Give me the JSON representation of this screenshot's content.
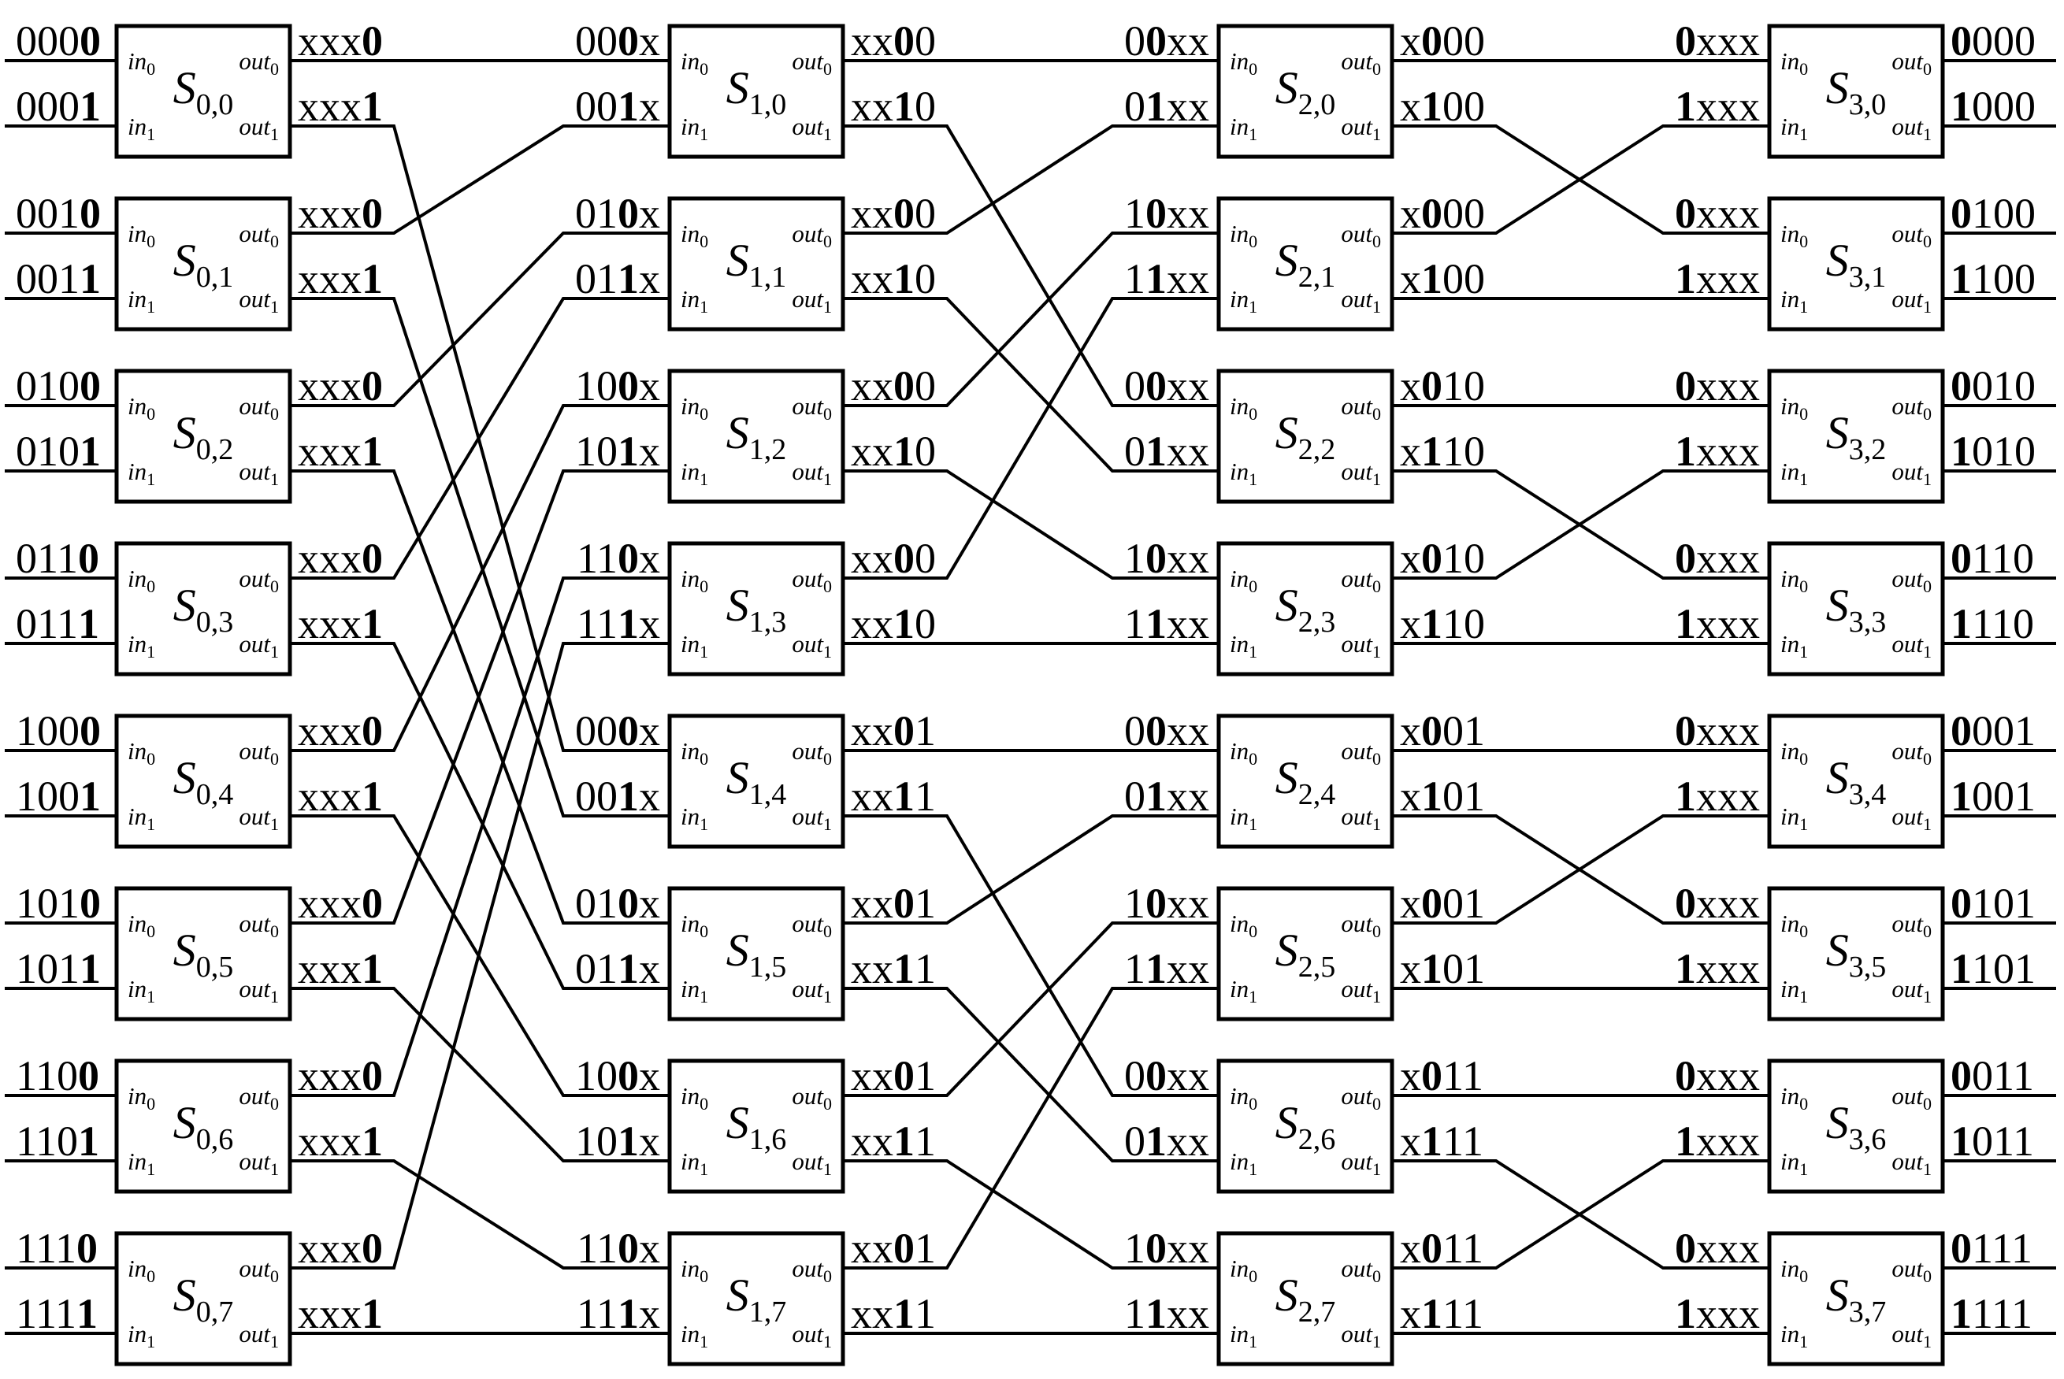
{
  "colors": {
    "ink": "#000000",
    "background": "#ffffff"
  },
  "diagram": {
    "type": "butterfly-network",
    "switch_prefix": "S",
    "port_labels": {
      "in": [
        {
          "text": "in",
          "sub": "0"
        },
        {
          "text": "in",
          "sub": "1"
        }
      ],
      "out": [
        {
          "text": "out",
          "sub": "0"
        },
        {
          "text": "out",
          "sub": "1"
        }
      ]
    },
    "stages": [
      {
        "bold_in": 3,
        "bold_out": 3,
        "switches": [
          {
            "sub": "0,0",
            "in": [
              "0000",
              "0001"
            ],
            "out": [
              "xxx0",
              "xxx1"
            ]
          },
          {
            "sub": "0,1",
            "in": [
              "0010",
              "0011"
            ],
            "out": [
              "xxx0",
              "xxx1"
            ]
          },
          {
            "sub": "0,2",
            "in": [
              "0100",
              "0101"
            ],
            "out": [
              "xxx0",
              "xxx1"
            ]
          },
          {
            "sub": "0,3",
            "in": [
              "0110",
              "0111"
            ],
            "out": [
              "xxx0",
              "xxx1"
            ]
          },
          {
            "sub": "0,4",
            "in": [
              "1000",
              "1001"
            ],
            "out": [
              "xxx0",
              "xxx1"
            ]
          },
          {
            "sub": "0,5",
            "in": [
              "1010",
              "1011"
            ],
            "out": [
              "xxx0",
              "xxx1"
            ]
          },
          {
            "sub": "0,6",
            "in": [
              "1100",
              "1101"
            ],
            "out": [
              "xxx0",
              "xxx1"
            ]
          },
          {
            "sub": "0,7",
            "in": [
              "1110",
              "1111"
            ],
            "out": [
              "xxx0",
              "xxx1"
            ]
          }
        ]
      },
      {
        "bold_in": 2,
        "bold_out": 2,
        "switches": [
          {
            "sub": "1,0",
            "in": [
              "000x",
              "001x"
            ],
            "out": [
              "xx00",
              "xx10"
            ]
          },
          {
            "sub": "1,1",
            "in": [
              "010x",
              "011x"
            ],
            "out": [
              "xx00",
              "xx10"
            ]
          },
          {
            "sub": "1,2",
            "in": [
              "100x",
              "101x"
            ],
            "out": [
              "xx00",
              "xx10"
            ]
          },
          {
            "sub": "1,3",
            "in": [
              "110x",
              "111x"
            ],
            "out": [
              "xx00",
              "xx10"
            ]
          },
          {
            "sub": "1,4",
            "in": [
              "000x",
              "001x"
            ],
            "out": [
              "xx01",
              "xx11"
            ]
          },
          {
            "sub": "1,5",
            "in": [
              "010x",
              "011x"
            ],
            "out": [
              "xx01",
              "xx11"
            ]
          },
          {
            "sub": "1,6",
            "in": [
              "100x",
              "101x"
            ],
            "out": [
              "xx01",
              "xx11"
            ]
          },
          {
            "sub": "1,7",
            "in": [
              "110x",
              "111x"
            ],
            "out": [
              "xx01",
              "xx11"
            ]
          }
        ]
      },
      {
        "bold_in": 1,
        "bold_out": 1,
        "switches": [
          {
            "sub": "2,0",
            "in": [
              "00xx",
              "01xx"
            ],
            "out": [
              "x000",
              "x100"
            ]
          },
          {
            "sub": "2,1",
            "in": [
              "10xx",
              "11xx"
            ],
            "out": [
              "x000",
              "x100"
            ]
          },
          {
            "sub": "2,2",
            "in": [
              "00xx",
              "01xx"
            ],
            "out": [
              "x010",
              "x110"
            ]
          },
          {
            "sub": "2,3",
            "in": [
              "10xx",
              "11xx"
            ],
            "out": [
              "x010",
              "x110"
            ]
          },
          {
            "sub": "2,4",
            "in": [
              "00xx",
              "01xx"
            ],
            "out": [
              "x001",
              "x101"
            ]
          },
          {
            "sub": "2,5",
            "in": [
              "10xx",
              "11xx"
            ],
            "out": [
              "x001",
              "x101"
            ]
          },
          {
            "sub": "2,6",
            "in": [
              "00xx",
              "01xx"
            ],
            "out": [
              "x011",
              "x111"
            ]
          },
          {
            "sub": "2,7",
            "in": [
              "10xx",
              "11xx"
            ],
            "out": [
              "x011",
              "x111"
            ]
          }
        ]
      },
      {
        "bold_in": 0,
        "bold_out": 0,
        "switches": [
          {
            "sub": "3,0",
            "in": [
              "0xxx",
              "1xxx"
            ],
            "out": [
              "0000",
              "1000"
            ]
          },
          {
            "sub": "3,1",
            "in": [
              "0xxx",
              "1xxx"
            ],
            "out": [
              "0100",
              "1100"
            ]
          },
          {
            "sub": "3,2",
            "in": [
              "0xxx",
              "1xxx"
            ],
            "out": [
              "0010",
              "1010"
            ]
          },
          {
            "sub": "3,3",
            "in": [
              "0xxx",
              "1xxx"
            ],
            "out": [
              "0110",
              "1110"
            ]
          },
          {
            "sub": "3,4",
            "in": [
              "0xxx",
              "1xxx"
            ],
            "out": [
              "0001",
              "1001"
            ]
          },
          {
            "sub": "3,5",
            "in": [
              "0xxx",
              "1xxx"
            ],
            "out": [
              "0101",
              "1101"
            ]
          },
          {
            "sub": "3,6",
            "in": [
              "0xxx",
              "1xxx"
            ],
            "out": [
              "0011",
              "1011"
            ]
          },
          {
            "sub": "3,7",
            "in": [
              "0xxx",
              "1xxx"
            ],
            "out": [
              "0111",
              "1111"
            ]
          }
        ]
      }
    ],
    "connections": {
      "stage0_to_1": [
        [
          0,
          0,
          0,
          0
        ],
        [
          0,
          1,
          4,
          0
        ],
        [
          1,
          0,
          0,
          1
        ],
        [
          1,
          1,
          4,
          1
        ],
        [
          2,
          0,
          1,
          0
        ],
        [
          2,
          1,
          5,
          0
        ],
        [
          3,
          0,
          1,
          1
        ],
        [
          3,
          1,
          5,
          1
        ],
        [
          4,
          0,
          2,
          0
        ],
        [
          4,
          1,
          6,
          0
        ],
        [
          5,
          0,
          2,
          1
        ],
        [
          5,
          1,
          6,
          1
        ],
        [
          6,
          0,
          3,
          0
        ],
        [
          6,
          1,
          7,
          0
        ],
        [
          7,
          0,
          3,
          1
        ],
        [
          7,
          1,
          7,
          1
        ]
      ],
      "stage1_to_2": [
        [
          0,
          0,
          0,
          0
        ],
        [
          0,
          1,
          2,
          0
        ],
        [
          1,
          0,
          0,
          1
        ],
        [
          1,
          1,
          2,
          1
        ],
        [
          2,
          0,
          1,
          0
        ],
        [
          2,
          1,
          3,
          0
        ],
        [
          3,
          0,
          1,
          1
        ],
        [
          3,
          1,
          3,
          1
        ],
        [
          4,
          0,
          4,
          0
        ],
        [
          4,
          1,
          6,
          0
        ],
        [
          5,
          0,
          4,
          1
        ],
        [
          5,
          1,
          6,
          1
        ],
        [
          6,
          0,
          5,
          0
        ],
        [
          6,
          1,
          7,
          0
        ],
        [
          7,
          0,
          5,
          1
        ],
        [
          7,
          1,
          7,
          1
        ]
      ],
      "stage2_to_3": [
        [
          0,
          0,
          0,
          0
        ],
        [
          0,
          1,
          1,
          0
        ],
        [
          1,
          0,
          0,
          1
        ],
        [
          1,
          1,
          1,
          1
        ],
        [
          2,
          0,
          2,
          0
        ],
        [
          2,
          1,
          3,
          0
        ],
        [
          3,
          0,
          2,
          1
        ],
        [
          3,
          1,
          3,
          1
        ],
        [
          4,
          0,
          4,
          0
        ],
        [
          4,
          1,
          5,
          0
        ],
        [
          5,
          0,
          4,
          1
        ],
        [
          5,
          1,
          5,
          1
        ],
        [
          6,
          0,
          6,
          0
        ],
        [
          6,
          1,
          7,
          0
        ],
        [
          7,
          0,
          6,
          1
        ],
        [
          7,
          1,
          7,
          1
        ]
      ]
    }
  }
}
